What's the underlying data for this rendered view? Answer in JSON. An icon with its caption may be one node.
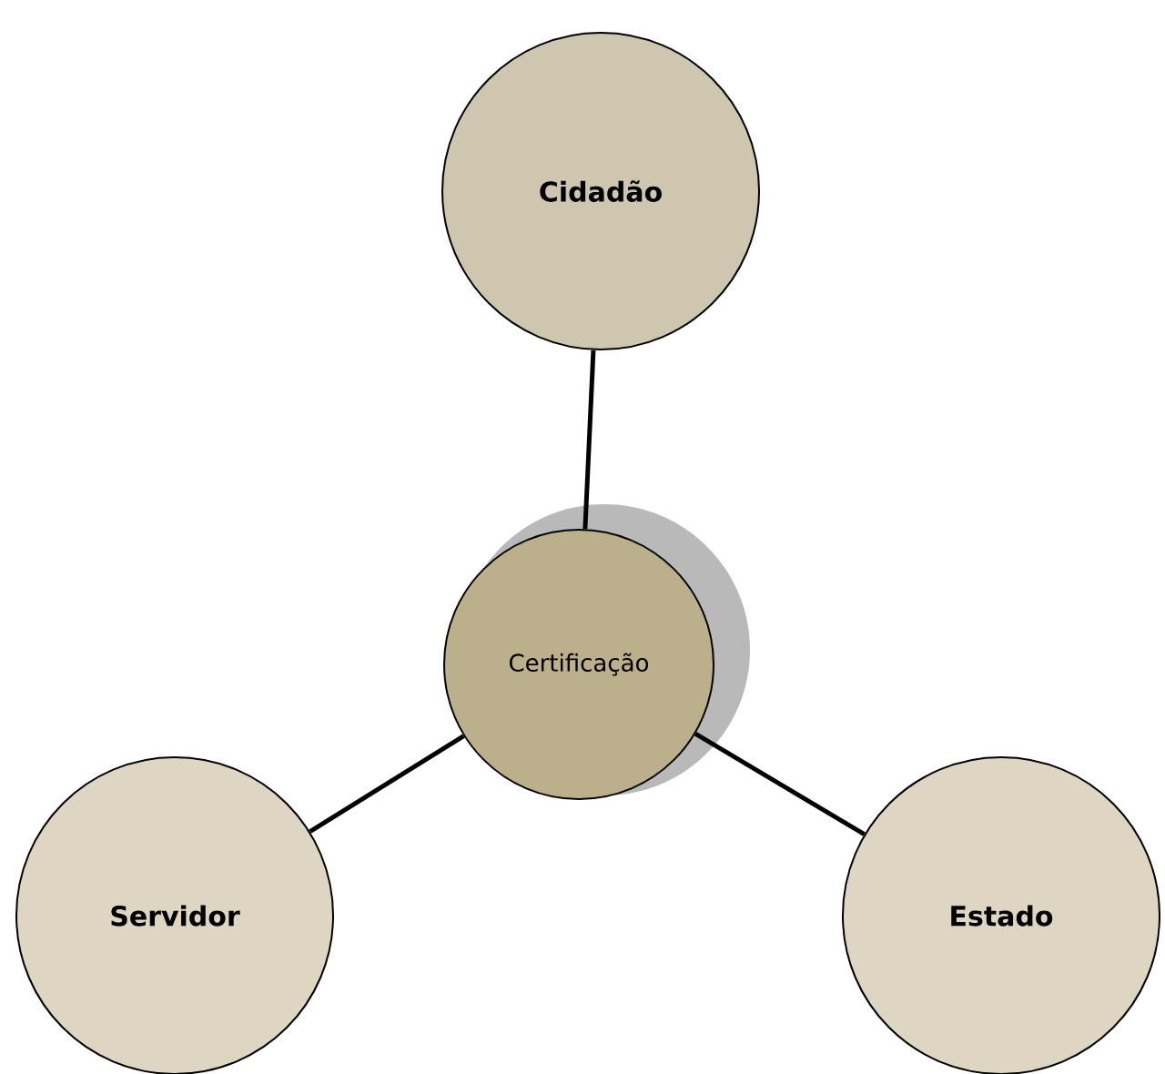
{
  "diagram": {
    "nodes": [
      {
        "text": [
          "Cidadão"
        ]
      },
      {
        "text": [
          "Certificação"
        ]
      },
      {
        "text": [
          "Servidor"
        ]
      },
      {
        "text": [
          "Estado"
        ]
      }
    ],
    "edges": [
      {
        "from": 1,
        "to": 0,
        "arrow": "none"
      },
      {
        "from": 1,
        "to": 2,
        "arrow": "none"
      },
      {
        "from": 1,
        "to": 3,
        "arrow": "none"
      }
    ]
  }
}
